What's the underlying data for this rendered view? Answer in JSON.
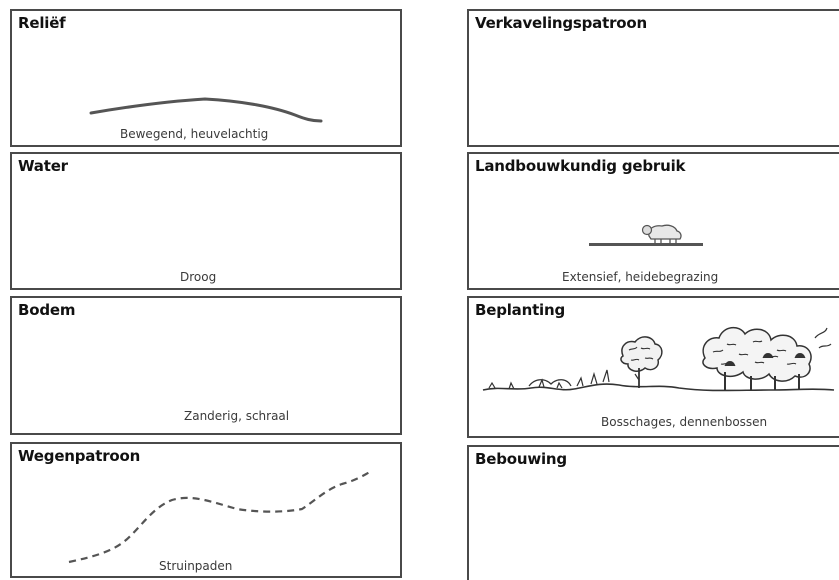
{
  "panels": {
    "relief": {
      "title": "Reliëf",
      "caption": "Bewegend, heuvelachtig",
      "illustration": "hill-profile-line"
    },
    "water": {
      "title": "Water",
      "caption": "Droog"
    },
    "soil": {
      "title": "Bodem",
      "caption": "Zanderig, schraal"
    },
    "roads": {
      "title": "Wegenpatroon",
      "caption": "Struinpaden",
      "illustration": "dashed-path-line"
    },
    "parcels": {
      "title": "Verkavelingspatroon",
      "caption": ""
    },
    "agriculture": {
      "title": "Landbouwkundig gebruik",
      "caption": "Extensief, heidebegrazing",
      "illustration": "grazing-sheep-icon"
    },
    "vegetation": {
      "title": "Beplanting",
      "caption": "Bosschages, dennenbossen",
      "illustration": "trees-and-shrubs-sketch"
    },
    "buildings": {
      "title": "Bebouwing",
      "caption": ""
    }
  },
  "colors": {
    "border": "#4a4a4a",
    "line": "#555555",
    "text": "#3a3a3a"
  }
}
